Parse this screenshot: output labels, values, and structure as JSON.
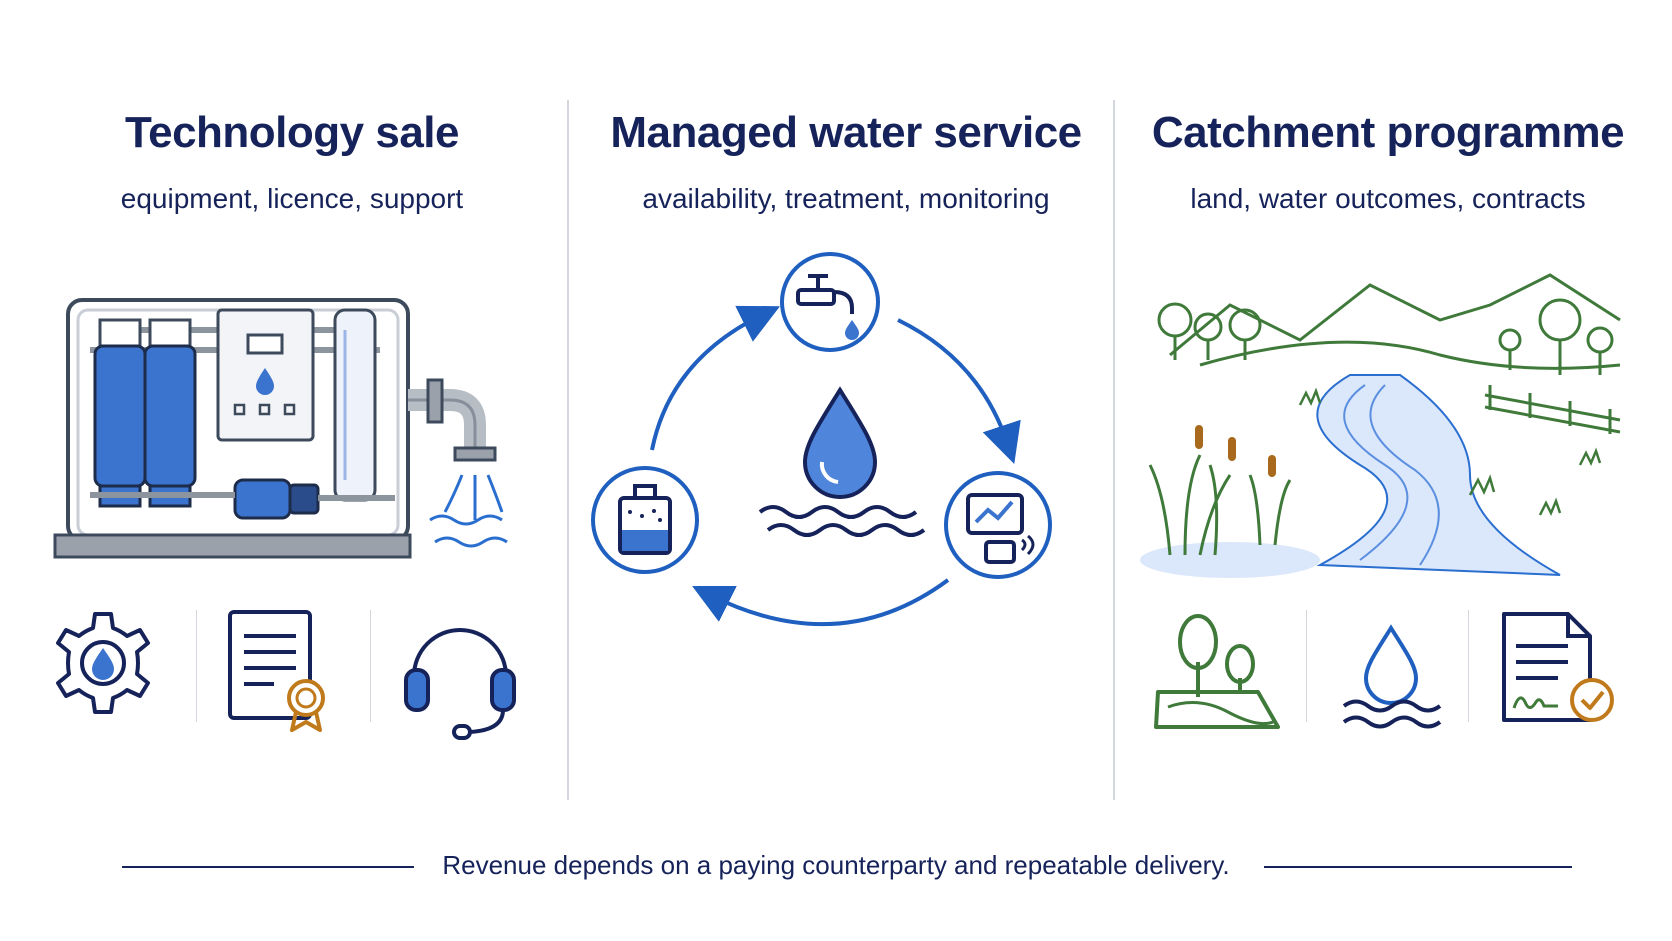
{
  "columns": [
    {
      "title": "Technology sale",
      "subtitle": "equipment, licence, support",
      "icons": [
        "water-equipment-gear-icon",
        "licence-certificate-icon",
        "support-headset-icon"
      ]
    },
    {
      "title": "Managed water service",
      "subtitle": "availability, treatment, monitoring",
      "icons": [
        "tap-availability-icon",
        "treatment-tank-icon",
        "monitoring-screen-icon",
        "water-drop-icon"
      ]
    },
    {
      "title": "Catchment programme",
      "subtitle": "land, water outcomes, contracts",
      "icons": [
        "land-trees-icon",
        "water-outcome-drop-icon",
        "signed-contract-icon"
      ]
    }
  ],
  "footer": {
    "text": "Revenue depends on a paying counterparty and repeatable delivery."
  },
  "colors": {
    "navy": "#16235a",
    "blue": "#1f5fbf",
    "light_blue": "#5b8fe0",
    "green": "#3f7a3a",
    "gold": "#c07a1c",
    "gray": "#d3d6dc"
  }
}
